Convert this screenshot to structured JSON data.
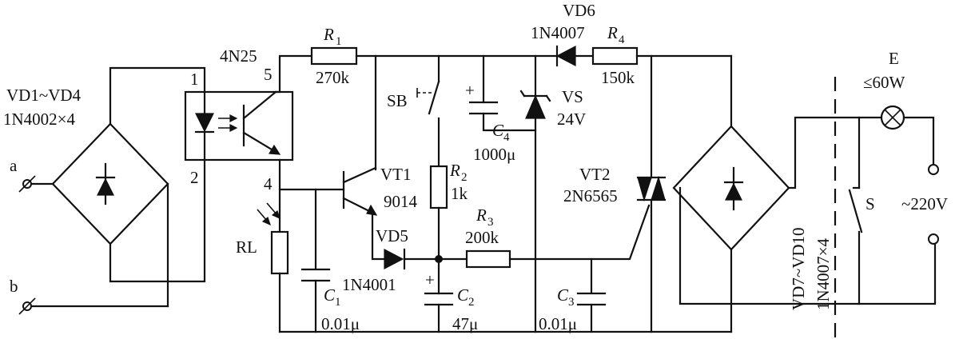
{
  "labels": {
    "bridge1_name": "VD1~VD4",
    "bridge1_part": "1N4002×4",
    "term_a": "a",
    "term_b": "b",
    "opto_name": "4N25",
    "opto_pin1": "1",
    "opto_pin2": "2",
    "opto_pin5": "5",
    "opto_pin4": "4",
    "r1_letter": "R",
    "r1_sub": "1",
    "r1_value": "270k",
    "rl_name": "RL",
    "c1_letter": "C",
    "c1_sub": "1",
    "c1_value": "0.01μ",
    "sb_name": "SB",
    "vt1_name": "VT1",
    "vt1_part": "9014",
    "vd5_name": "VD5",
    "vd5_part": "1N4001",
    "r2_letter": "R",
    "r2_sub": "2",
    "r2_value": "1k",
    "r3_letter": "R",
    "r3_sub": "3",
    "r3_value": "200k",
    "c2_letter": "C",
    "c2_sub": "2",
    "c2_value": "47μ",
    "c4_letter": "C",
    "c4_sub": "4",
    "c4_value": "1000μ",
    "plus": "+",
    "vd6_name": "VD6",
    "vd6_part": "1N4007",
    "r4_letter": "R",
    "r4_sub": "4",
    "r4_value": "150k",
    "vs_name": "VS",
    "vs_value": "24V",
    "vt2_name": "VT2",
    "vt2_part": "2N6565",
    "c3_letter": "C",
    "c3_sub": "3",
    "c3_value": "0.01μ",
    "bridge2_name": "VD7~VD10",
    "bridge2_part": "1N4007×4",
    "lamp_name": "E",
    "lamp_rating": "≤60W",
    "switch_name": "S",
    "mains": "~220V"
  }
}
